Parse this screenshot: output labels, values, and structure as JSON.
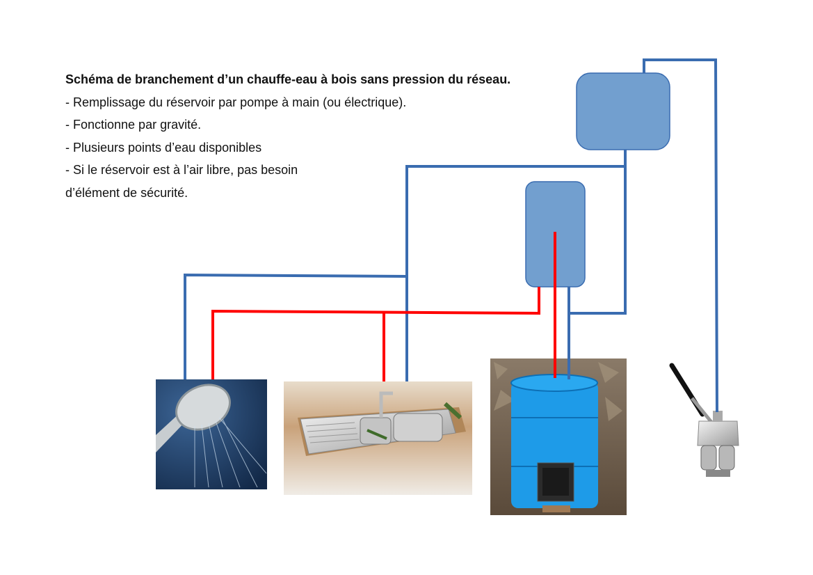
{
  "notes": {
    "title": "Schéma de branchement d’un chauffe-eau à bois sans pression du réseau.",
    "lines": [
      "- Remplissage du réservoir par pompe à main (ou électrique).",
      "- Fonctionne par gravité.",
      "- Plusieurs points d’eau disponibles",
      "- Si le réservoir est à l’air libre, pas besoin",
      "d’élément de sécurité."
    ]
  },
  "colors": {
    "cold_pipe": "#3a6cb0",
    "hot_pipe": "#ff0000",
    "tank_fill": "#729fcf",
    "tank_stroke": "#3a6cb0",
    "barrel": "#1e9be8"
  }
}
